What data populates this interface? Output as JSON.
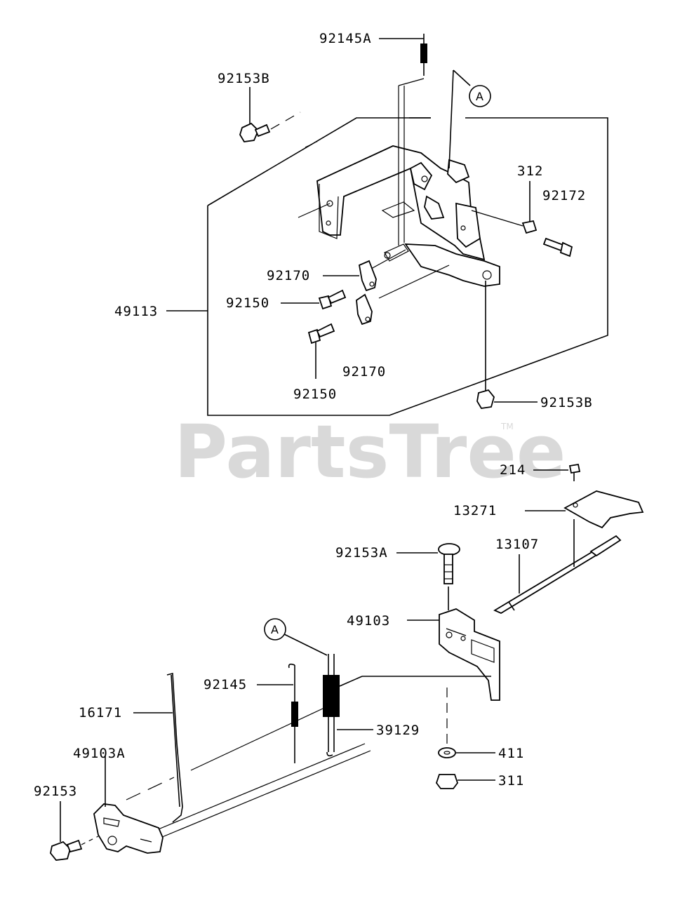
{
  "watermark": {
    "text": "PartsTree",
    "trademark": "TM"
  },
  "reference_marks": {
    "a_top": "A",
    "a_bottom": "A"
  },
  "labels": {
    "p92145A": "92145A",
    "p92153B_top": "92153B",
    "p312": "312",
    "p92172": "92172",
    "p92170_a": "92170",
    "p92150_a": "92150",
    "p49113": "49113",
    "p92170_b": "92170",
    "p92150_b": "92150",
    "p92153B_bottom": "92153B",
    "p214": "214",
    "p13271": "13271",
    "p13107": "13107",
    "p92153A": "92153A",
    "p49103": "49103",
    "p92145": "92145",
    "p16171": "16171",
    "p39129": "39129",
    "p49103A": "49103A",
    "p411": "411",
    "p311": "311",
    "p92153": "92153"
  }
}
